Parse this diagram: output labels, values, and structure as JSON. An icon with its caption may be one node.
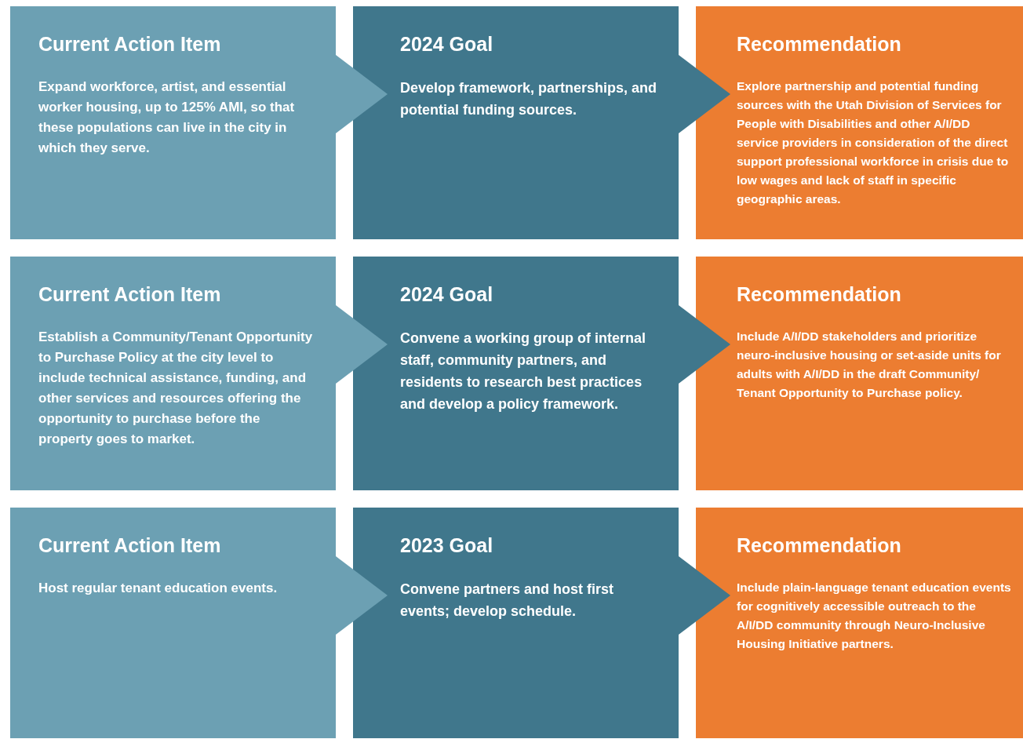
{
  "diagram": {
    "nodes": [
      {
        "text": [
          "Current Action Item",
          "Expand workforce, artist, and essential worker housing, up to 125% AMI, so that these populations can live in the city in which they serve."
        ]
      },
      {
        "text": [
          "2024 Goal",
          "Develop framework, partnerships, and potential funding sources."
        ]
      },
      {
        "text": [
          "Recommendation",
          "Explore partnership and potential funding sources with the Utah Division of Services for People with Disabilities and other A/I/DD service providers in consideration of the direct support professional workforce in crisis due to low wages and lack of staff in specific geographic areas."
        ]
      },
      {
        "text": [
          "Current Action Item",
          "Establish a Community/Tenant Opportunity to Purchase Policy at the city level to include technical assistance, funding, and other services and resources offering the opportunity to purchase before the property goes to market."
        ]
      },
      {
        "text": [
          "2024 Goal",
          "Convene a working group of internal staff, community partners, and residents to research best practices and develop a policy framework."
        ]
      },
      {
        "text": [
          "Recommendation",
          "Include A/I/DD stakeholders and prioritize neuro-inclusive housing or set-aside units for adults with A/I/DD in the draft Community/ Tenant Opportunity to Purchase policy."
        ]
      },
      {
        "text": [
          "Current Action Item",
          "Host regular tenant education events."
        ]
      },
      {
        "text": [
          "2023 Goal",
          "Convene partners and host first events; develop schedule."
        ]
      },
      {
        "text": [
          "Recommendation",
          "Include plain-language tenant education events for cognitively accessible outreach to the A/I/DD community through Neuro-Inclusive Housing Initiative partners."
        ]
      }
    ],
    "edges": [
      {
        "from": 0,
        "to": 1,
        "arrow": "to"
      },
      {
        "from": 1,
        "to": 2,
        "arrow": "to"
      },
      {
        "from": 3,
        "to": 4,
        "arrow": "to"
      },
      {
        "from": 4,
        "to": 5,
        "arrow": "to"
      },
      {
        "from": 6,
        "to": 7,
        "arrow": "to"
      },
      {
        "from": 7,
        "to": 8,
        "arrow": "to"
      }
    ]
  }
}
